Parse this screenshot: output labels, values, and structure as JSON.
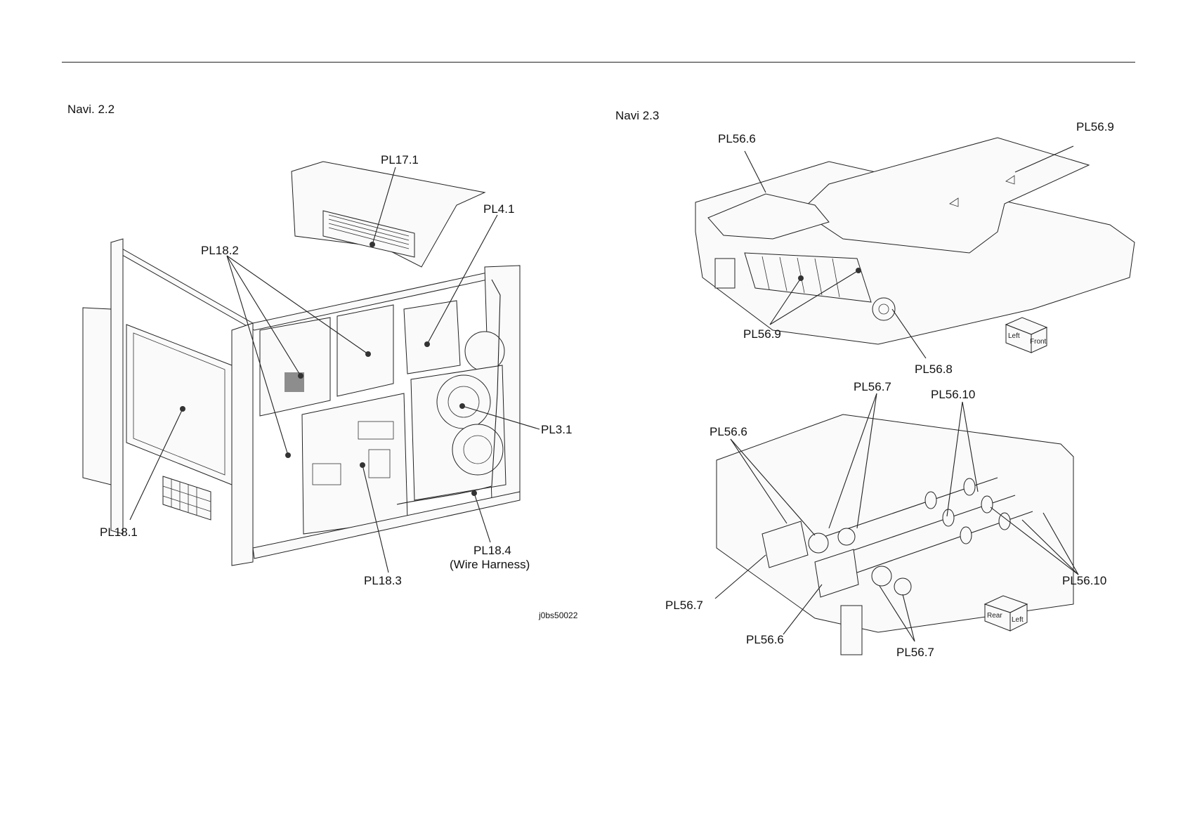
{
  "navi_left": {
    "title": "Navi. 2.2",
    "labels": {
      "pl17_1": "PL17.1",
      "pl4_1": "PL4.1",
      "pl18_2": "PL18.2",
      "pl3_1": "PL3.1",
      "pl18_1": "PL18.1",
      "pl18_4": "PL18.4",
      "wire_harness": "(Wire Harness)",
      "pl18_3": "PL18.3"
    },
    "figure_id": "j0bs50022"
  },
  "navi_right": {
    "title": "Navi 2.3",
    "top_labels": {
      "pl56_6": "PL56.6",
      "pl56_9_top": "PL56.9",
      "pl56_9_mid": "PL56.9",
      "pl56_8": "PL56.8"
    },
    "orientation_top": {
      "left": "Left",
      "front": "Front"
    },
    "bottom_labels": {
      "pl56_7_top": "PL56.7",
      "pl56_10_top": "PL56.10",
      "pl56_6_left": "PL56.6",
      "pl56_10_right": "PL56.10",
      "pl56_7_left": "PL56.7",
      "pl56_6_bottom": "PL56.6",
      "pl56_7_bottom": "PL56.7"
    },
    "orientation_bottom": {
      "rear": "Rear",
      "left": "Left"
    }
  }
}
